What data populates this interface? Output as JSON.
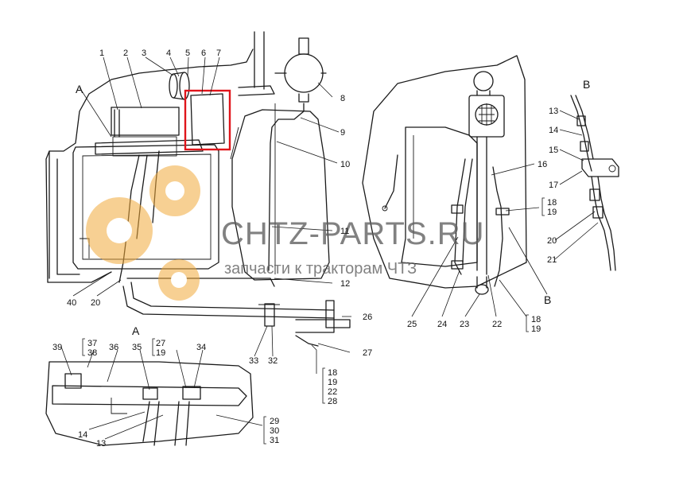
{
  "view_labels": {
    "a_main": "A",
    "b_main": "B",
    "b_lower": "B",
    "a_detail": "A"
  },
  "watermark": {
    "brand": "CHTZ-PARTS.RU",
    "tagline": "запчасти к тракторам ЧТЗ"
  },
  "colors": {
    "highlight": "#e0151b",
    "gear": "#f0a93a",
    "line": "#1a1a1a"
  },
  "callouts": {
    "c1": "1",
    "c2": "2",
    "c3": "3",
    "c4": "4",
    "c5": "5",
    "c6": "6",
    "c7": "7",
    "c8": "8",
    "c9": "9",
    "c10": "10",
    "c11": "11",
    "c12": "12",
    "c40": "40",
    "c20a": "20",
    "c26": "26",
    "c33": "33",
    "c32": "32",
    "c27a": "27",
    "g1_18": "18",
    "g1_19": "19",
    "g1_22": "22",
    "g1_28": "28",
    "c39": "39",
    "c37": "37",
    "c38": "38",
    "c36": "36",
    "c35": "35",
    "c27b": "27",
    "c19b": "19",
    "c34": "34",
    "c14a": "14",
    "c13a": "13",
    "g2_29": "29",
    "g2_30": "30",
    "g2_31": "31",
    "c13b": "13",
    "c14b": "14",
    "c15": "15",
    "c16": "16",
    "c17": "17",
    "c18a": "18",
    "c19a": "19",
    "c20b": "20",
    "c21": "21",
    "c25": "25",
    "c24": "24",
    "c23": "23",
    "c22": "22",
    "c18b": "18",
    "c19c": "19"
  }
}
